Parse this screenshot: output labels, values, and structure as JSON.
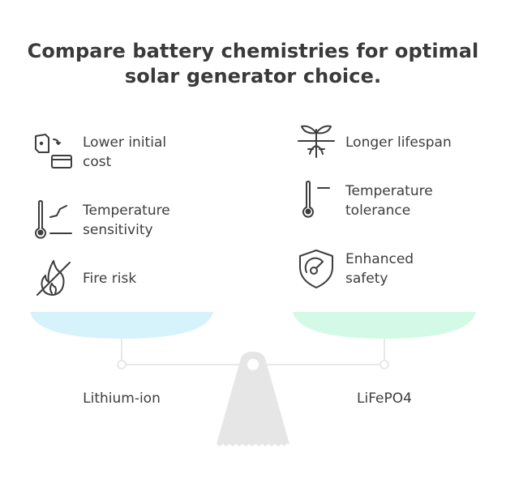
{
  "title": {
    "line1": "Compare battery chemistries for optimal",
    "line2": "solar generator choice."
  },
  "left": {
    "name": "Lithium-ion",
    "items": [
      {
        "icon": "wallet-cost-icon",
        "lines": [
          "Lower initial",
          "cost"
        ]
      },
      {
        "icon": "thermometer-graph-icon",
        "lines": [
          "Temperature",
          "sensitivity"
        ]
      },
      {
        "icon": "fire-crossed-icon",
        "lines": [
          "Fire risk"
        ]
      }
    ],
    "pan_color": "#d6f3fb"
  },
  "right": {
    "name": "LiFePO4",
    "items": [
      {
        "icon": "sprout-roots-icon",
        "lines": [
          "Longer lifespan"
        ]
      },
      {
        "icon": "thermometer-icon",
        "lines": [
          "Temperature",
          "tolerance"
        ]
      },
      {
        "icon": "shield-gauge-icon",
        "lines": [
          "Enhanced",
          "safety"
        ]
      }
    ],
    "pan_color": "#d2fae6"
  },
  "colors": {
    "beam": "#e8e8e8",
    "stand": "#e6e6e6",
    "icon_stroke": "#3d3d3d",
    "text": "#3d3d3d"
  }
}
